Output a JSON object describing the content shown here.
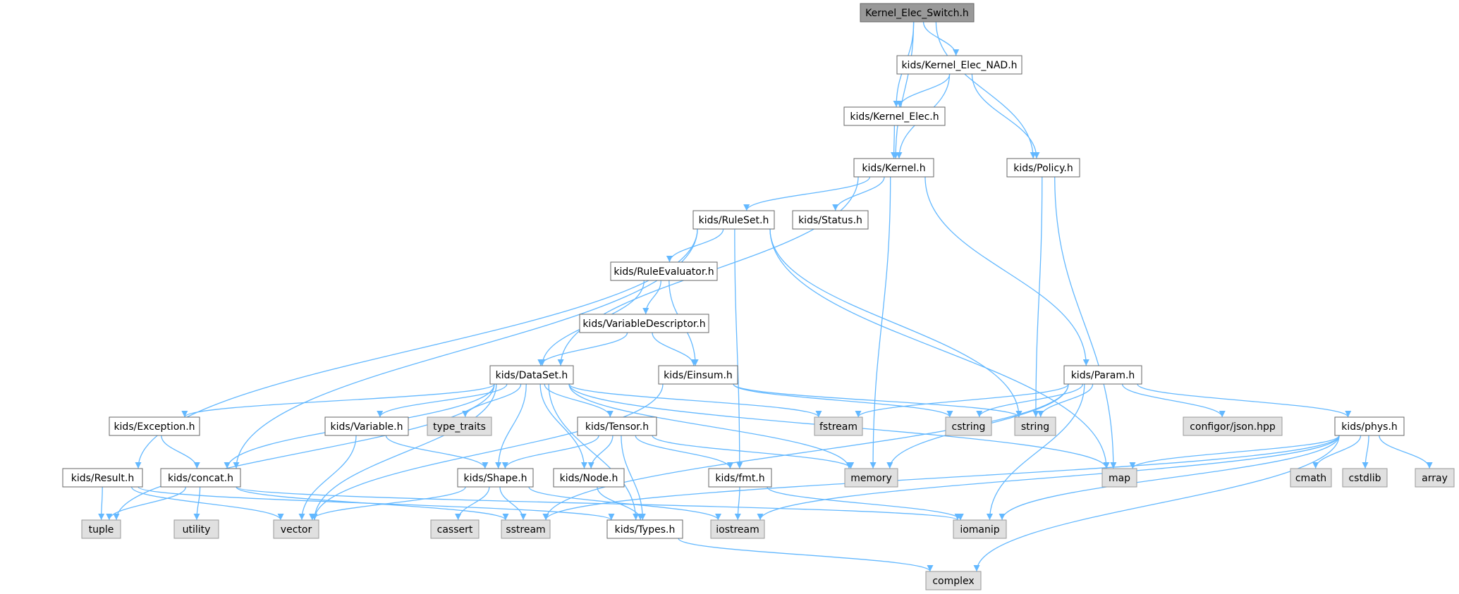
{
  "diagram": {
    "nodes": [
      {
        "id": "n_root",
        "label": "Kernel_Elec_Switch.h",
        "kind": "root"
      },
      {
        "id": "n_kernel_elec_nad",
        "label": "kids/Kernel_Elec_NAD.h",
        "kind": "header"
      },
      {
        "id": "n_kernel_elec",
        "label": "kids/Kernel_Elec.h",
        "kind": "header"
      },
      {
        "id": "n_kernel",
        "label": "kids/Kernel.h",
        "kind": "header"
      },
      {
        "id": "n_policy",
        "label": "kids/Policy.h",
        "kind": "header"
      },
      {
        "id": "n_ruleset",
        "label": "kids/RuleSet.h",
        "kind": "header"
      },
      {
        "id": "n_status",
        "label": "kids/Status.h",
        "kind": "header"
      },
      {
        "id": "n_ruleevaluator",
        "label": "kids/RuleEvaluator.h",
        "kind": "header"
      },
      {
        "id": "n_variabledescriptor",
        "label": "kids/VariableDescriptor.h",
        "kind": "header"
      },
      {
        "id": "n_dataset",
        "label": "kids/DataSet.h",
        "kind": "header"
      },
      {
        "id": "n_einsum",
        "label": "kids/Einsum.h",
        "kind": "header"
      },
      {
        "id": "n_param",
        "label": "kids/Param.h",
        "kind": "header"
      },
      {
        "id": "n_exception",
        "label": "kids/Exception.h",
        "kind": "header"
      },
      {
        "id": "n_variable",
        "label": "kids/Variable.h",
        "kind": "header"
      },
      {
        "id": "n_type_traits",
        "label": "type_traits",
        "kind": "system"
      },
      {
        "id": "n_tensor",
        "label": "kids/Tensor.h",
        "kind": "header"
      },
      {
        "id": "n_fstream",
        "label": "fstream",
        "kind": "system"
      },
      {
        "id": "n_cstring",
        "label": "cstring",
        "kind": "system"
      },
      {
        "id": "n_string",
        "label": "string",
        "kind": "system"
      },
      {
        "id": "n_configor",
        "label": "configor/json.hpp",
        "kind": "system"
      },
      {
        "id": "n_phys",
        "label": "kids/phys.h",
        "kind": "header"
      },
      {
        "id": "n_result",
        "label": "kids/Result.h",
        "kind": "header"
      },
      {
        "id": "n_concat",
        "label": "kids/concat.h",
        "kind": "header"
      },
      {
        "id": "n_shape",
        "label": "kids/Shape.h",
        "kind": "header"
      },
      {
        "id": "n_node",
        "label": "kids/Node.h",
        "kind": "header"
      },
      {
        "id": "n_fmt",
        "label": "kids/fmt.h",
        "kind": "header"
      },
      {
        "id": "n_memory",
        "label": "memory",
        "kind": "system"
      },
      {
        "id": "n_map",
        "label": "map",
        "kind": "system"
      },
      {
        "id": "n_cmath",
        "label": "cmath",
        "kind": "system"
      },
      {
        "id": "n_cstdlib",
        "label": "cstdlib",
        "kind": "system"
      },
      {
        "id": "n_array",
        "label": "array",
        "kind": "system"
      },
      {
        "id": "n_tuple",
        "label": "tuple",
        "kind": "system"
      },
      {
        "id": "n_utility",
        "label": "utility",
        "kind": "system"
      },
      {
        "id": "n_vector",
        "label": "vector",
        "kind": "system"
      },
      {
        "id": "n_cassert",
        "label": "cassert",
        "kind": "system"
      },
      {
        "id": "n_sstream",
        "label": "sstream",
        "kind": "system"
      },
      {
        "id": "n_types",
        "label": "kids/Types.h",
        "kind": "header"
      },
      {
        "id": "n_iostream",
        "label": "iostream",
        "kind": "system"
      },
      {
        "id": "n_iomanip",
        "label": "iomanip",
        "kind": "system"
      },
      {
        "id": "n_complex",
        "label": "complex",
        "kind": "system"
      }
    ],
    "edges": [
      [
        "n_root",
        "n_kernel_elec_nad"
      ],
      [
        "n_root",
        "n_kernel_elec"
      ],
      [
        "n_root",
        "n_kernel"
      ],
      [
        "n_root",
        "n_policy"
      ],
      [
        "n_kernel_elec_nad",
        "n_kernel_elec"
      ],
      [
        "n_kernel_elec_nad",
        "n_kernel"
      ],
      [
        "n_kernel_elec_nad",
        "n_policy"
      ],
      [
        "n_kernel_elec",
        "n_kernel"
      ],
      [
        "n_kernel",
        "n_ruleset"
      ],
      [
        "n_kernel",
        "n_status"
      ],
      [
        "n_kernel",
        "n_param"
      ],
      [
        "n_kernel",
        "n_dataset"
      ],
      [
        "n_kernel",
        "n_memory"
      ],
      [
        "n_policy",
        "n_string"
      ],
      [
        "n_policy",
        "n_map"
      ],
      [
        "n_ruleset",
        "n_ruleevaluator"
      ],
      [
        "n_ruleset",
        "n_result"
      ],
      [
        "n_ruleset",
        "n_concat"
      ],
      [
        "n_ruleset",
        "n_fmt"
      ],
      [
        "n_ruleset",
        "n_string"
      ],
      [
        "n_ruleset",
        "n_map"
      ],
      [
        "n_ruleevaluator",
        "n_variabledescriptor"
      ],
      [
        "n_ruleevaluator",
        "n_dataset"
      ],
      [
        "n_ruleevaluator",
        "n_einsum"
      ],
      [
        "n_variabledescriptor",
        "n_dataset"
      ],
      [
        "n_variabledescriptor",
        "n_einsum"
      ],
      [
        "n_dataset",
        "n_exception"
      ],
      [
        "n_dataset",
        "n_variable"
      ],
      [
        "n_dataset",
        "n_type_traits"
      ],
      [
        "n_dataset",
        "n_tensor"
      ],
      [
        "n_dataset",
        "n_fstream"
      ],
      [
        "n_dataset",
        "n_concat"
      ],
      [
        "n_dataset",
        "n_shape"
      ],
      [
        "n_dataset",
        "n_node"
      ],
      [
        "n_dataset",
        "n_types"
      ],
      [
        "n_dataset",
        "n_memory"
      ],
      [
        "n_dataset",
        "n_map"
      ],
      [
        "n_dataset",
        "n_tuple"
      ],
      [
        "n_dataset",
        "n_vector"
      ],
      [
        "n_einsum",
        "n_vector"
      ],
      [
        "n_einsum",
        "n_cstring"
      ],
      [
        "n_einsum",
        "n_string"
      ],
      [
        "n_param",
        "n_fstream"
      ],
      [
        "n_param",
        "n_cstring"
      ],
      [
        "n_param",
        "n_string"
      ],
      [
        "n_param",
        "n_configor"
      ],
      [
        "n_param",
        "n_phys"
      ],
      [
        "n_param",
        "n_memory"
      ],
      [
        "n_param",
        "n_sstream"
      ],
      [
        "n_param",
        "n_iomanip"
      ],
      [
        "n_exception",
        "n_concat"
      ],
      [
        "n_variable",
        "n_shape"
      ],
      [
        "n_variable",
        "n_vector"
      ],
      [
        "n_tensor",
        "n_shape"
      ],
      [
        "n_tensor",
        "n_node"
      ],
      [
        "n_tensor",
        "n_fmt"
      ],
      [
        "n_tensor",
        "n_memory"
      ],
      [
        "n_tensor",
        "n_types"
      ],
      [
        "n_phys",
        "n_map"
      ],
      [
        "n_phys",
        "n_cmath"
      ],
      [
        "n_phys",
        "n_cstdlib"
      ],
      [
        "n_phys",
        "n_array"
      ],
      [
        "n_phys",
        "n_iostream"
      ],
      [
        "n_phys",
        "n_iomanip"
      ],
      [
        "n_phys",
        "n_complex"
      ],
      [
        "n_phys",
        "n_sstream"
      ],
      [
        "n_result",
        "n_tuple"
      ],
      [
        "n_result",
        "n_vector"
      ],
      [
        "n_result",
        "n_types"
      ],
      [
        "n_concat",
        "n_tuple"
      ],
      [
        "n_concat",
        "n_utility"
      ],
      [
        "n_concat",
        "n_sstream"
      ],
      [
        "n_concat",
        "n_iomanip"
      ],
      [
        "n_shape",
        "n_cassert"
      ],
      [
        "n_shape",
        "n_sstream"
      ],
      [
        "n_shape",
        "n_vector"
      ],
      [
        "n_shape",
        "n_iostream"
      ],
      [
        "n_node",
        "n_types"
      ],
      [
        "n_fmt",
        "n_iostream"
      ],
      [
        "n_fmt",
        "n_iomanip"
      ],
      [
        "n_types",
        "n_complex"
      ]
    ]
  }
}
